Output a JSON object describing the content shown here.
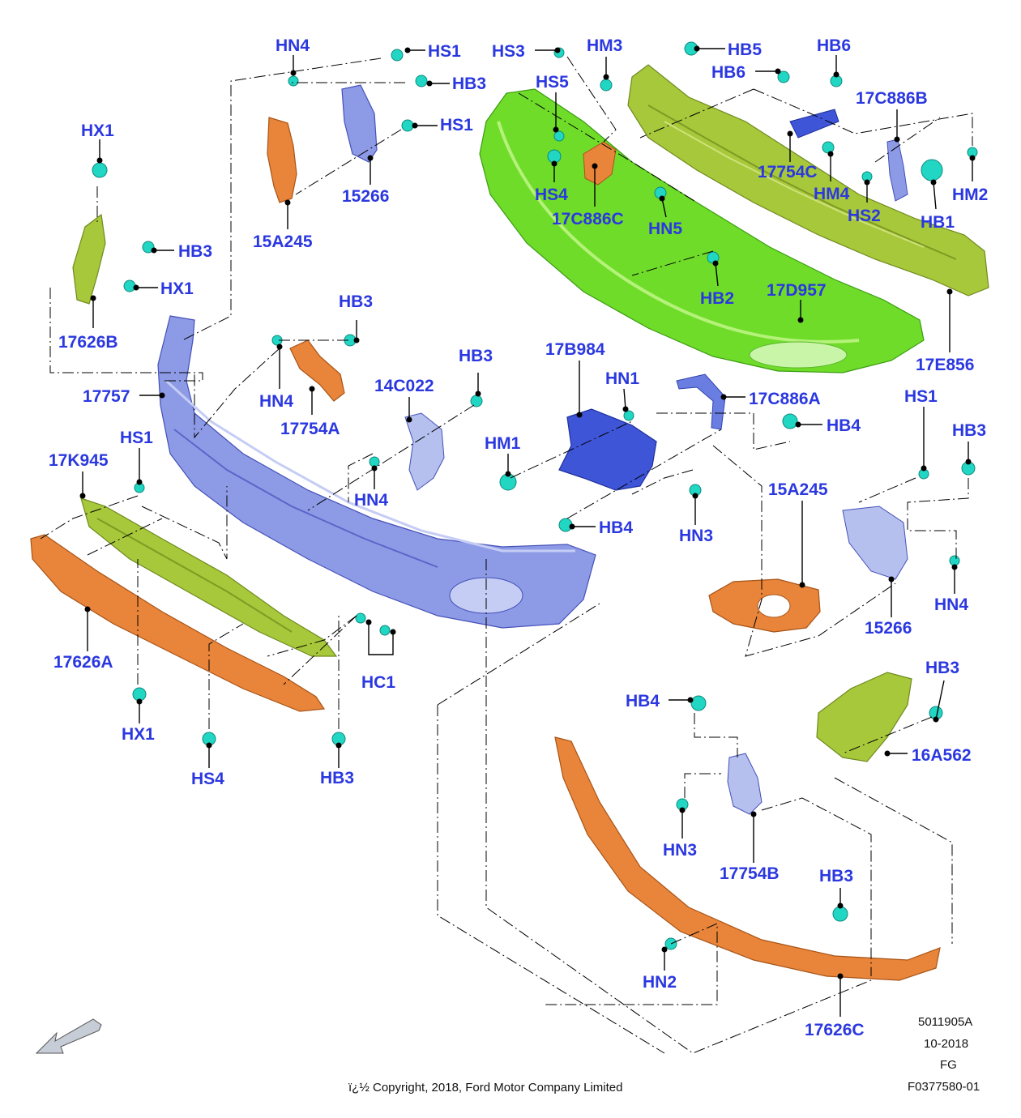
{
  "colors": {
    "label": "#2b38e0",
    "fastener": "#22d6c4",
    "blue_part": "#8d9ae6",
    "dark_blue_part": "#3e55d8",
    "green_part": "#6fdc2a",
    "olive_part": "#a7c83a",
    "orange_part": "#e8853a"
  },
  "labels": {
    "HN4_a": "HN4",
    "HS1_a": "HS1",
    "HB3_a": "HB3",
    "HS1_b": "HS1",
    "HX1_a": "HX1",
    "HB3_b": "HB3",
    "HX1_b": "HX1",
    "L17626B": "17626B",
    "L15266_a": "15266",
    "L15A245_a": "15A245",
    "HS3": "HS3",
    "HM3": "HM3",
    "HB5": "HB5",
    "HB6_a": "HB6",
    "HB6_b": "HB6",
    "HS5": "HS5",
    "L17C886B": "17C886B",
    "HS4_a": "HS4",
    "L17C886C": "17C886C",
    "HN5": "HN5",
    "L17754C": "17754C",
    "HM4": "HM4",
    "HS2": "HS2",
    "HB1": "HB1",
    "HM2": "HM2",
    "HB2": "HB2",
    "L17D957": "17D957",
    "L17E856": "17E856",
    "HB3_c": "HB3",
    "HN4_b": "HN4",
    "L17754A": "17754A",
    "L17757": "17757",
    "L14C022": "14C022",
    "HB3_d": "HB3",
    "L17B984": "17B984",
    "HN1": "HN1",
    "L17C886A": "17C886A",
    "HB4_a": "HB4",
    "HS1_c": "HS1",
    "HB3_e": "HB3",
    "HS1_d": "HS1",
    "L17K945": "17K945",
    "HN4_c": "HN4",
    "HM1": "HM1",
    "HB4_b": "HB4",
    "HN3_a": "HN3",
    "L15A245_b": "15A245",
    "HN4_d": "HN4",
    "L15266_b": "15266",
    "L17626A": "17626A",
    "HC1": "HC1",
    "HB3_f": "HB3",
    "HB4_c": "HB4",
    "L16A562": "16A562",
    "HX1_c": "HX1",
    "HS4_b": "HS4",
    "HB3_g": "HB3",
    "HN3_b": "HN3",
    "L17754B": "17754B",
    "HB3_h": "HB3",
    "HN2": "HN2",
    "L17626C": "17626C"
  },
  "footer": {
    "code": "5011905A",
    "date": "10-2018",
    "region": "FG",
    "ref": "F0377580-01",
    "copyright": "ï¿½ Copyright, 2018, Ford Motor Company Limited"
  }
}
